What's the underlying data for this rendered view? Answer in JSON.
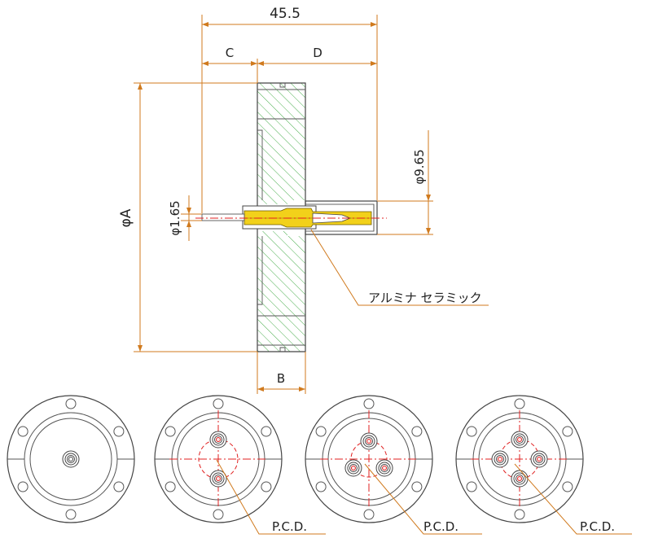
{
  "labels": {
    "overall_length": "45.5",
    "dim_c": "C",
    "dim_d": "D",
    "dim_a": "φA",
    "dim_b": "B",
    "dim_pin_diameter": "φ1.65",
    "dim_sleeve_diameter": "φ9.65",
    "material_callout": "アルミナ セラミック",
    "pcd_1": "P.C.D.",
    "pcd_2": "P.C.D.",
    "pcd_3": "P.C.D."
  },
  "colors": {
    "dimension_line": "#d07a1e",
    "hatch": "#4caf50",
    "pin_gold": "#f2d11a",
    "center_line": "#e02020",
    "outline": "#444444"
  },
  "front_views": [
    {
      "name": "single-pin",
      "pins": 1
    },
    {
      "name": "two-pin",
      "pins": 2
    },
    {
      "name": "three-pin",
      "pins": 3
    },
    {
      "name": "four-pin",
      "pins": 4
    }
  ]
}
